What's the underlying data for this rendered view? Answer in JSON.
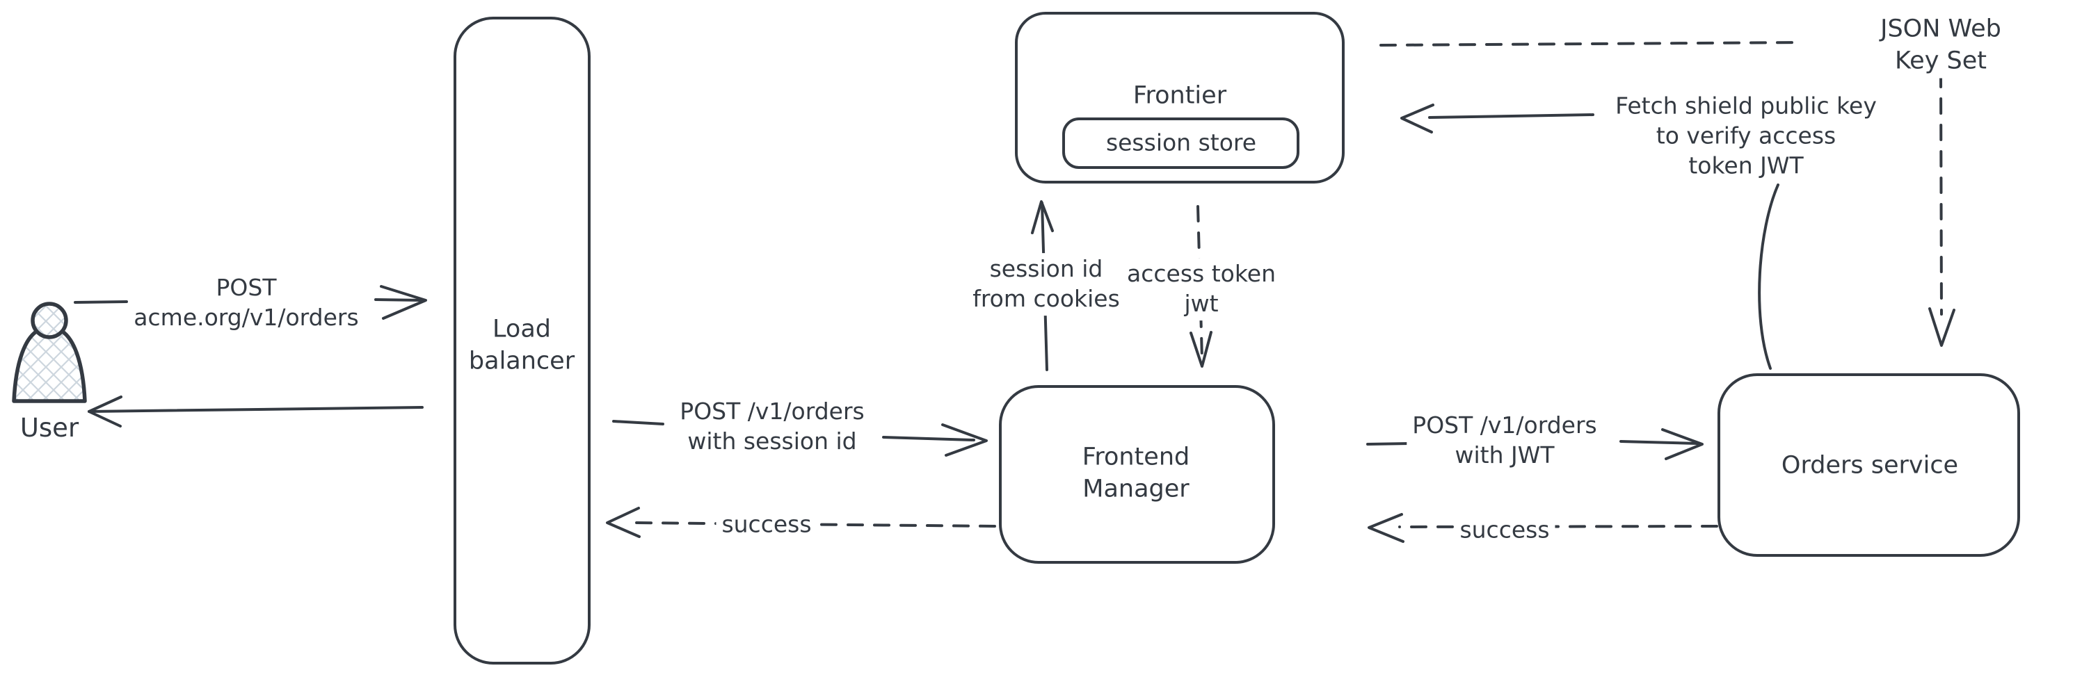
{
  "diagram": {
    "background_color": "#ffffff",
    "stroke_color": "#343a42",
    "hatch_fill_color": "#cdd6de"
  },
  "nodes": {
    "user": {
      "label": "User"
    },
    "load_balancer": {
      "label": "Load\nbalancer"
    },
    "frontier": {
      "label": "Frontier",
      "session_store": {
        "label": "session store"
      }
    },
    "frontend_manager": {
      "label": "Frontend\nManager"
    },
    "orders_service": {
      "label": "Orders service"
    },
    "jwks": {
      "label": "JSON Web Key Set"
    }
  },
  "edges": {
    "user_to_lb": {
      "label": "POST\nacme.org/v1/orders",
      "style": "solid",
      "from": "User",
      "to": "Load balancer"
    },
    "lb_to_user": {
      "style": "solid",
      "from": "Load balancer",
      "to": "User"
    },
    "lb_to_fm": {
      "label": "POST /v1/orders\nwith session id",
      "style": "solid",
      "from": "Load balancer",
      "to": "Frontend Manager"
    },
    "fm_to_lb": {
      "label": "success",
      "style": "dashed",
      "from": "Frontend Manager",
      "to": "Load balancer"
    },
    "fm_to_frontier": {
      "label": "session id\nfrom cookies",
      "style": "solid",
      "from": "Frontend Manager",
      "to": "Frontier"
    },
    "frontier_to_fm": {
      "label": "access token\njwt",
      "style": "dashed",
      "from": "Frontier",
      "to": "Frontend Manager"
    },
    "fm_to_orders": {
      "label": "POST /v1/orders\nwith JWT",
      "style": "solid",
      "from": "Frontend Manager",
      "to": "Orders service"
    },
    "orders_to_fm": {
      "label": "success",
      "style": "dashed",
      "from": "Orders service",
      "to": "Frontend Manager"
    },
    "orders_to_frontier": {
      "label": "Fetch shield public key\nto verify access\ntoken JWT",
      "style": "solid",
      "from": "Orders service",
      "to": "Frontier"
    },
    "frontier_to_jwks": {
      "style": "dashed",
      "from": "Frontier",
      "to": "JSON Web Key Set"
    },
    "jwks_to_orders": {
      "style": "dashed",
      "from": "JSON Web Key Set",
      "to": "Orders service"
    }
  }
}
